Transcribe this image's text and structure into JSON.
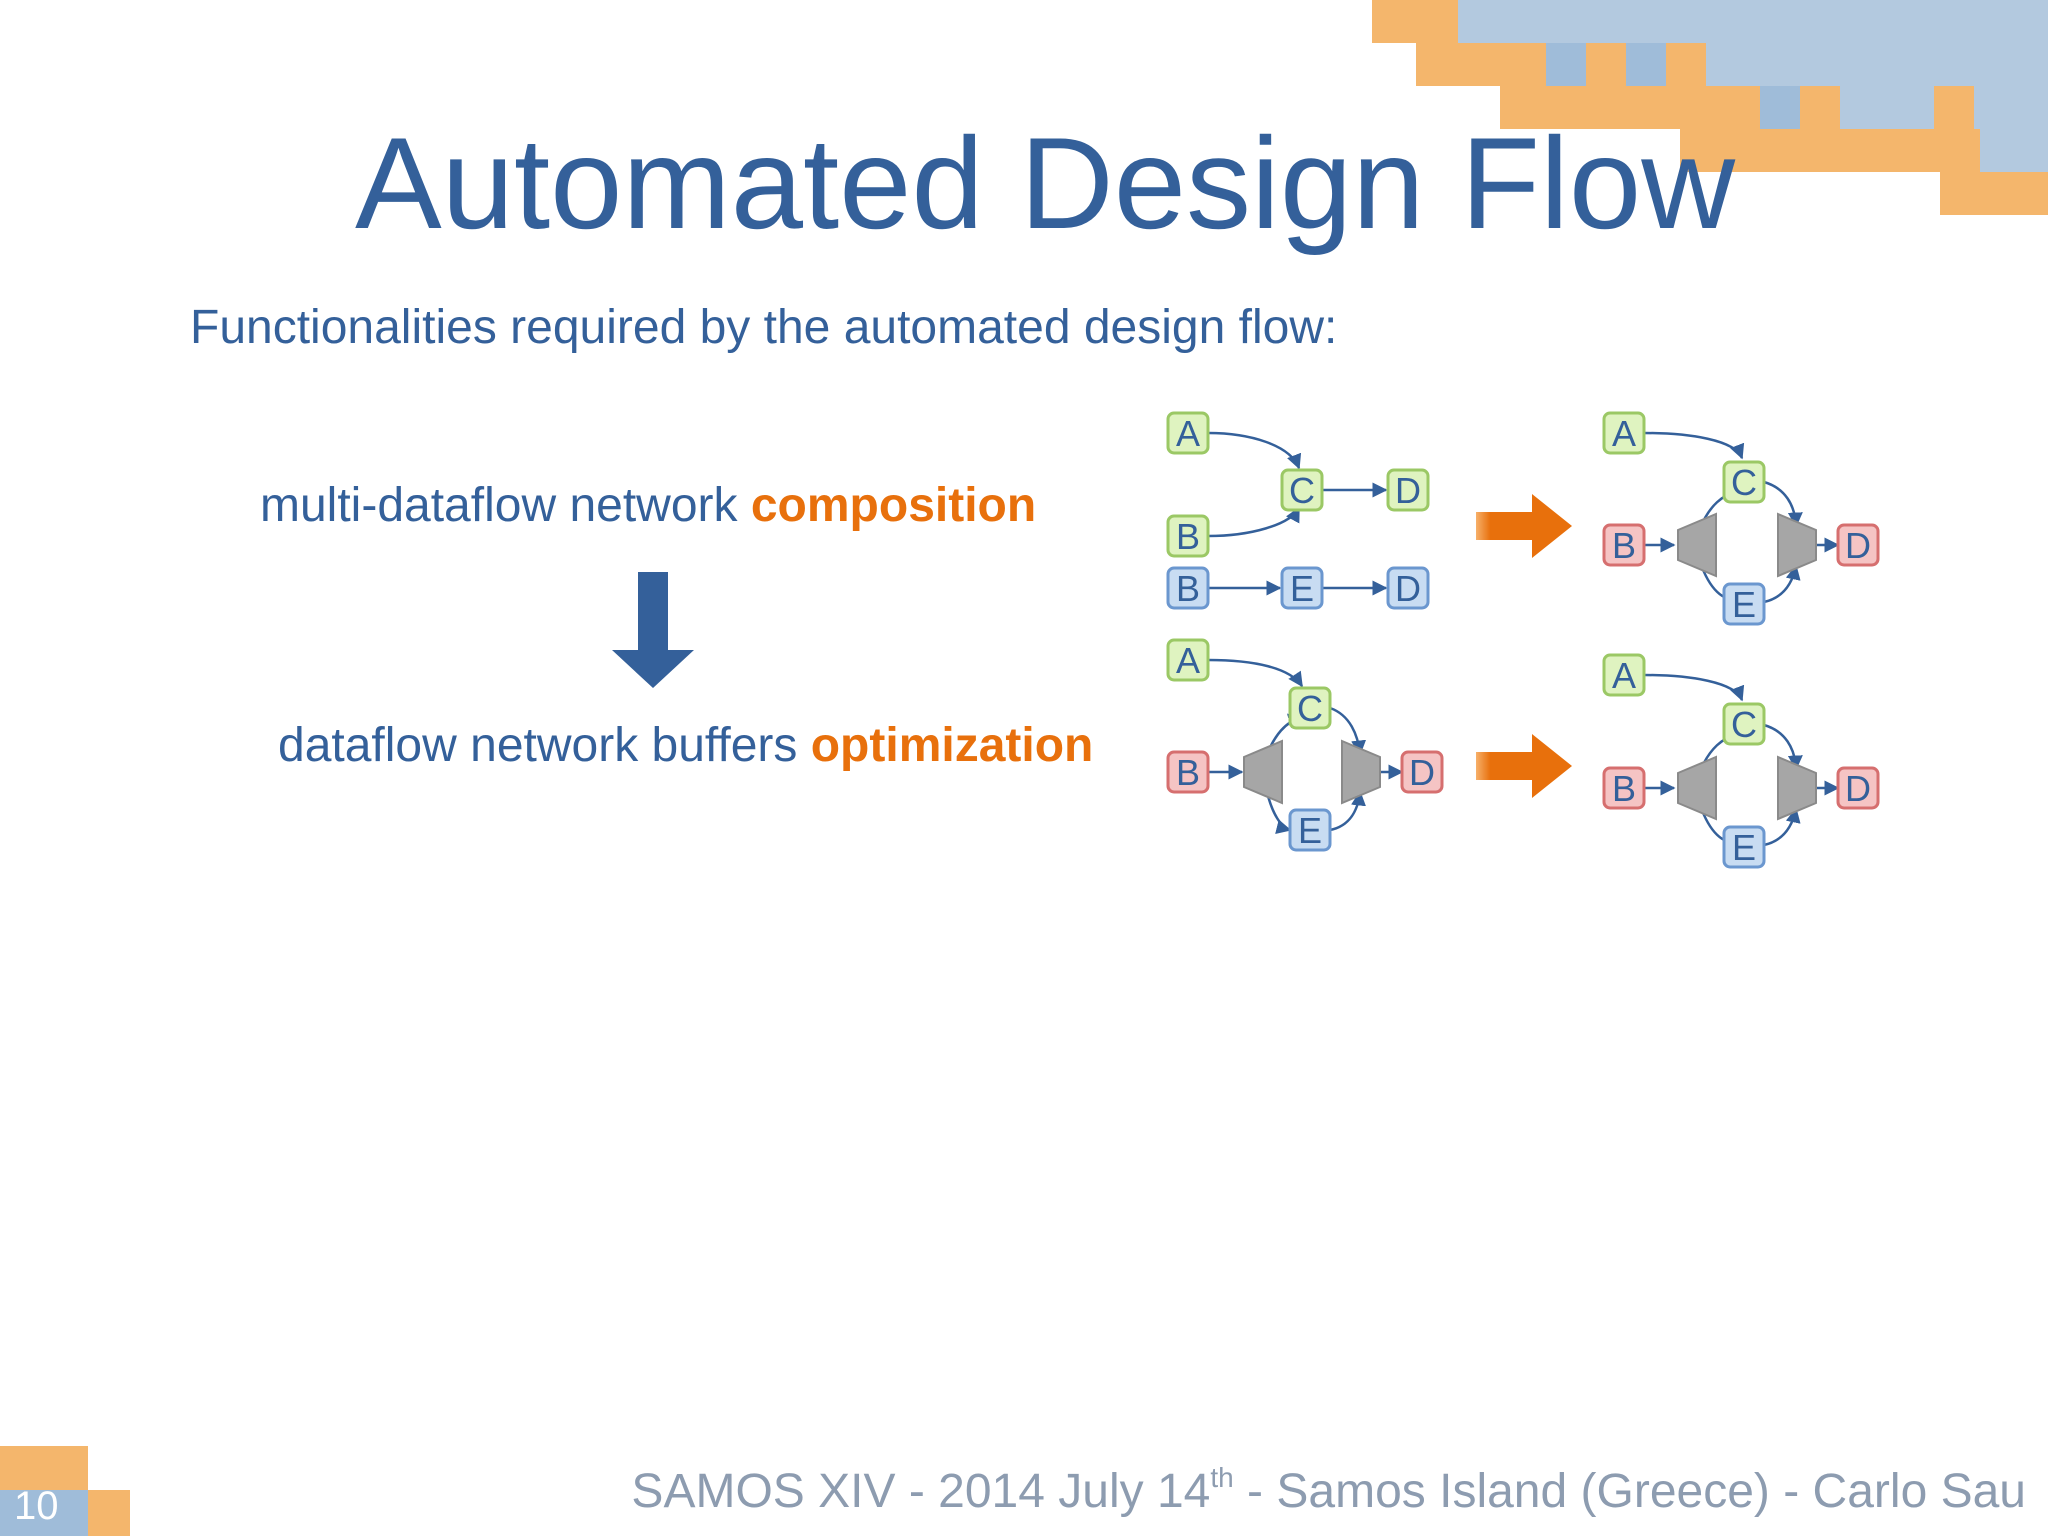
{
  "slide": {
    "title": "Automated Design Flow",
    "subtitle": "Functionalities required by the automated design flow:",
    "steps": [
      {
        "text": "multi-dataflow network ",
        "highlight": "composition"
      },
      {
        "text": "dataflow network buffers ",
        "highlight": "optimization"
      }
    ],
    "footer": {
      "prefix": "SAMOS XIV - 2014 July 14",
      "superscript": "th",
      "suffix": " - Samos Island (Greece) - Carlo Sau"
    },
    "slide_number": "10"
  },
  "diagram": {
    "node_labels": [
      "A",
      "B",
      "C",
      "D",
      "E"
    ],
    "colors": {
      "green_node_fill": "#dff3c0",
      "green_node_stroke": "#9bc865",
      "blue_node_fill": "#c8dcf2",
      "blue_node_stroke": "#6b97cf",
      "red_node_fill": "#f5c4c4",
      "red_node_stroke": "#d66f6f",
      "switch_fill": "#a6a6a6",
      "edge": "#34609a",
      "flow_arrow": "#e8700c",
      "text_accent": "#e8700c",
      "text_main": "#34609a"
    }
  }
}
